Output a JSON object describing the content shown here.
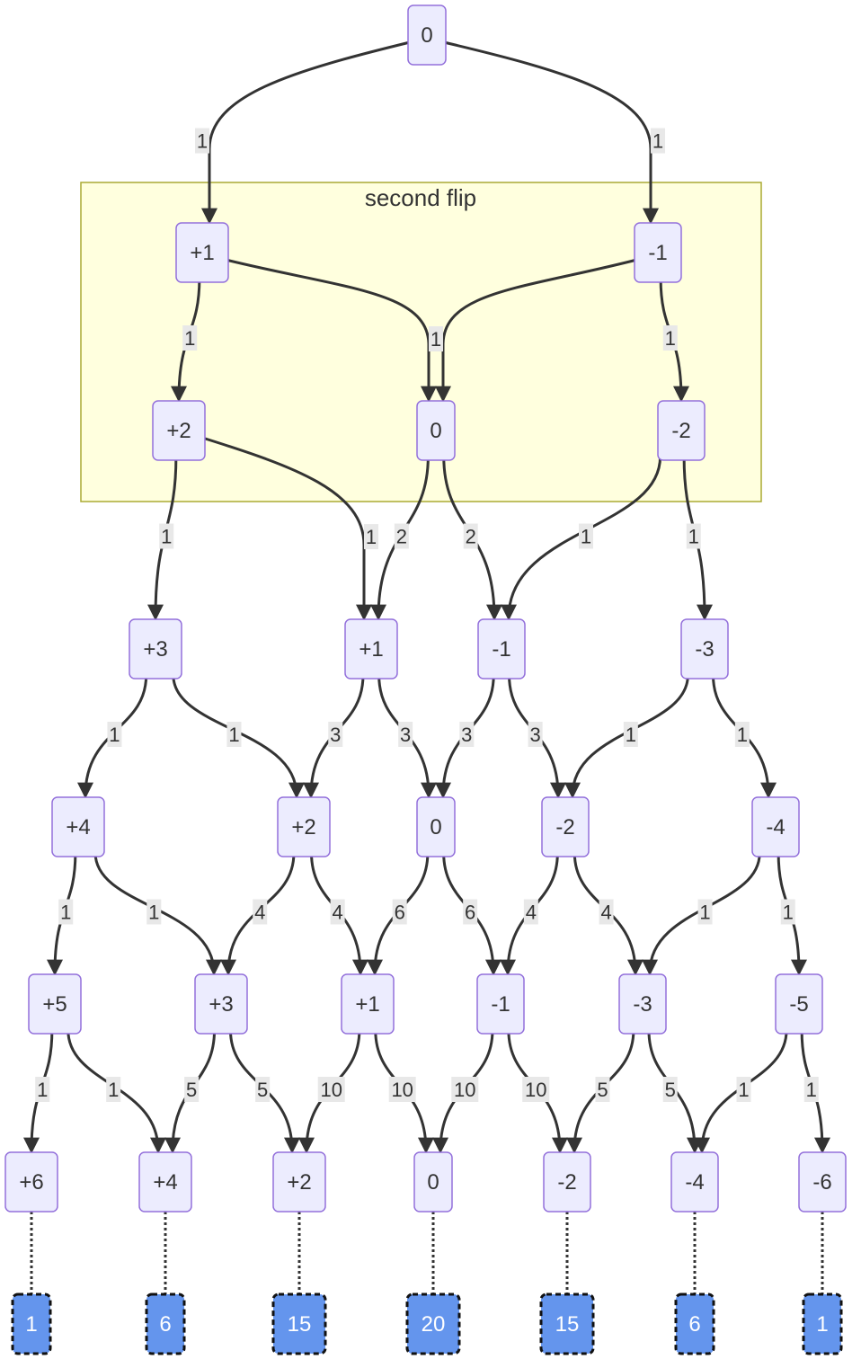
{
  "diagram": {
    "type": "flowchart",
    "cluster": {
      "label": "second flip"
    },
    "colors": {
      "node_fill": "#ececfe",
      "node_stroke": "#9370db",
      "cluster_fill": "#ffffde",
      "cluster_stroke": "#aaaa33",
      "result_fill": "#6495ed",
      "edge": "#333333"
    },
    "nodes": [
      {
        "id": "r0",
        "label": "0"
      },
      {
        "id": "a1",
        "label": "+1"
      },
      {
        "id": "am1",
        "label": "-1"
      },
      {
        "id": "b2",
        "label": "+2"
      },
      {
        "id": "b0",
        "label": "0"
      },
      {
        "id": "bm2",
        "label": "-2"
      },
      {
        "id": "c3",
        "label": "+3"
      },
      {
        "id": "c1",
        "label": "+1"
      },
      {
        "id": "cm1",
        "label": "-1"
      },
      {
        "id": "cm3",
        "label": "-3"
      },
      {
        "id": "d4",
        "label": "+4"
      },
      {
        "id": "d2",
        "label": "+2"
      },
      {
        "id": "d0",
        "label": "0"
      },
      {
        "id": "dm2",
        "label": "-2"
      },
      {
        "id": "dm4",
        "label": "-4"
      },
      {
        "id": "e5",
        "label": "+5"
      },
      {
        "id": "e3",
        "label": "+3"
      },
      {
        "id": "e1",
        "label": "+1"
      },
      {
        "id": "em1",
        "label": "-1"
      },
      {
        "id": "em3",
        "label": "-3"
      },
      {
        "id": "em5",
        "label": "-5"
      },
      {
        "id": "f6",
        "label": "+6"
      },
      {
        "id": "f4",
        "label": "+4"
      },
      {
        "id": "f2",
        "label": "+2"
      },
      {
        "id": "f0",
        "label": "0"
      },
      {
        "id": "fm2",
        "label": "-2"
      },
      {
        "id": "fm4",
        "label": "-4"
      },
      {
        "id": "fm6",
        "label": "-6"
      },
      {
        "id": "g6",
        "label": "1",
        "style": "result"
      },
      {
        "id": "g4",
        "label": "6",
        "style": "result"
      },
      {
        "id": "g2",
        "label": "15",
        "style": "result"
      },
      {
        "id": "g0",
        "label": "20",
        "style": "result"
      },
      {
        "id": "gm2",
        "label": "15",
        "style": "result"
      },
      {
        "id": "gm4",
        "label": "6",
        "style": "result"
      },
      {
        "id": "gm6",
        "label": "1",
        "style": "result"
      }
    ],
    "edges": [
      {
        "from": "r0",
        "to": "a1",
        "label": "1"
      },
      {
        "from": "r0",
        "to": "am1",
        "label": "1"
      },
      {
        "from": "a1",
        "to": "b2",
        "label": "1"
      },
      {
        "from": "a1",
        "to": "b0",
        "label": "1"
      },
      {
        "from": "am1",
        "to": "b0",
        "label": "1"
      },
      {
        "from": "am1",
        "to": "bm2",
        "label": "1"
      },
      {
        "from": "b2",
        "to": "c3",
        "label": "1"
      },
      {
        "from": "b2",
        "to": "c1",
        "label": "1"
      },
      {
        "from": "b0",
        "to": "c1",
        "label": "2"
      },
      {
        "from": "b0",
        "to": "cm1",
        "label": "2"
      },
      {
        "from": "bm2",
        "to": "cm1",
        "label": "1"
      },
      {
        "from": "bm2",
        "to": "cm3",
        "label": "1"
      },
      {
        "from": "c3",
        "to": "d4",
        "label": "1"
      },
      {
        "from": "c3",
        "to": "d2",
        "label": "1"
      },
      {
        "from": "c1",
        "to": "d2",
        "label": "3"
      },
      {
        "from": "c1",
        "to": "d0",
        "label": "3"
      },
      {
        "from": "cm1",
        "to": "d0",
        "label": "3"
      },
      {
        "from": "cm1",
        "to": "dm2",
        "label": "3"
      },
      {
        "from": "cm3",
        "to": "dm2",
        "label": "1"
      },
      {
        "from": "cm3",
        "to": "dm4",
        "label": "1"
      },
      {
        "from": "d4",
        "to": "e5",
        "label": "1"
      },
      {
        "from": "d4",
        "to": "e3",
        "label": "1"
      },
      {
        "from": "d2",
        "to": "e3",
        "label": "4"
      },
      {
        "from": "d2",
        "to": "e1",
        "label": "4"
      },
      {
        "from": "d0",
        "to": "e1",
        "label": "6"
      },
      {
        "from": "d0",
        "to": "em1",
        "label": "6"
      },
      {
        "from": "dm2",
        "to": "em1",
        "label": "4"
      },
      {
        "from": "dm2",
        "to": "em3",
        "label": "4"
      },
      {
        "from": "dm4",
        "to": "em3",
        "label": "1"
      },
      {
        "from": "dm4",
        "to": "em5",
        "label": "1"
      },
      {
        "from": "e5",
        "to": "f6",
        "label": "1"
      },
      {
        "from": "e5",
        "to": "f4",
        "label": "1"
      },
      {
        "from": "e3",
        "to": "f4",
        "label": "5"
      },
      {
        "from": "e3",
        "to": "f2",
        "label": "5"
      },
      {
        "from": "e1",
        "to": "f2",
        "label": "10"
      },
      {
        "from": "e1",
        "to": "f0",
        "label": "10"
      },
      {
        "from": "em1",
        "to": "f0",
        "label": "10"
      },
      {
        "from": "em1",
        "to": "fm2",
        "label": "10"
      },
      {
        "from": "em3",
        "to": "fm2",
        "label": "5"
      },
      {
        "from": "em3",
        "to": "fm4",
        "label": "5"
      },
      {
        "from": "em5",
        "to": "fm4",
        "label": "1"
      },
      {
        "from": "em5",
        "to": "fm6",
        "label": "1"
      }
    ],
    "links": [
      {
        "from": "f6",
        "to": "g6"
      },
      {
        "from": "f4",
        "to": "g4"
      },
      {
        "from": "f2",
        "to": "g2"
      },
      {
        "from": "f0",
        "to": "g0"
      },
      {
        "from": "fm2",
        "to": "gm2"
      },
      {
        "from": "fm4",
        "to": "gm4"
      },
      {
        "from": "fm6",
        "to": "gm6"
      }
    ]
  }
}
